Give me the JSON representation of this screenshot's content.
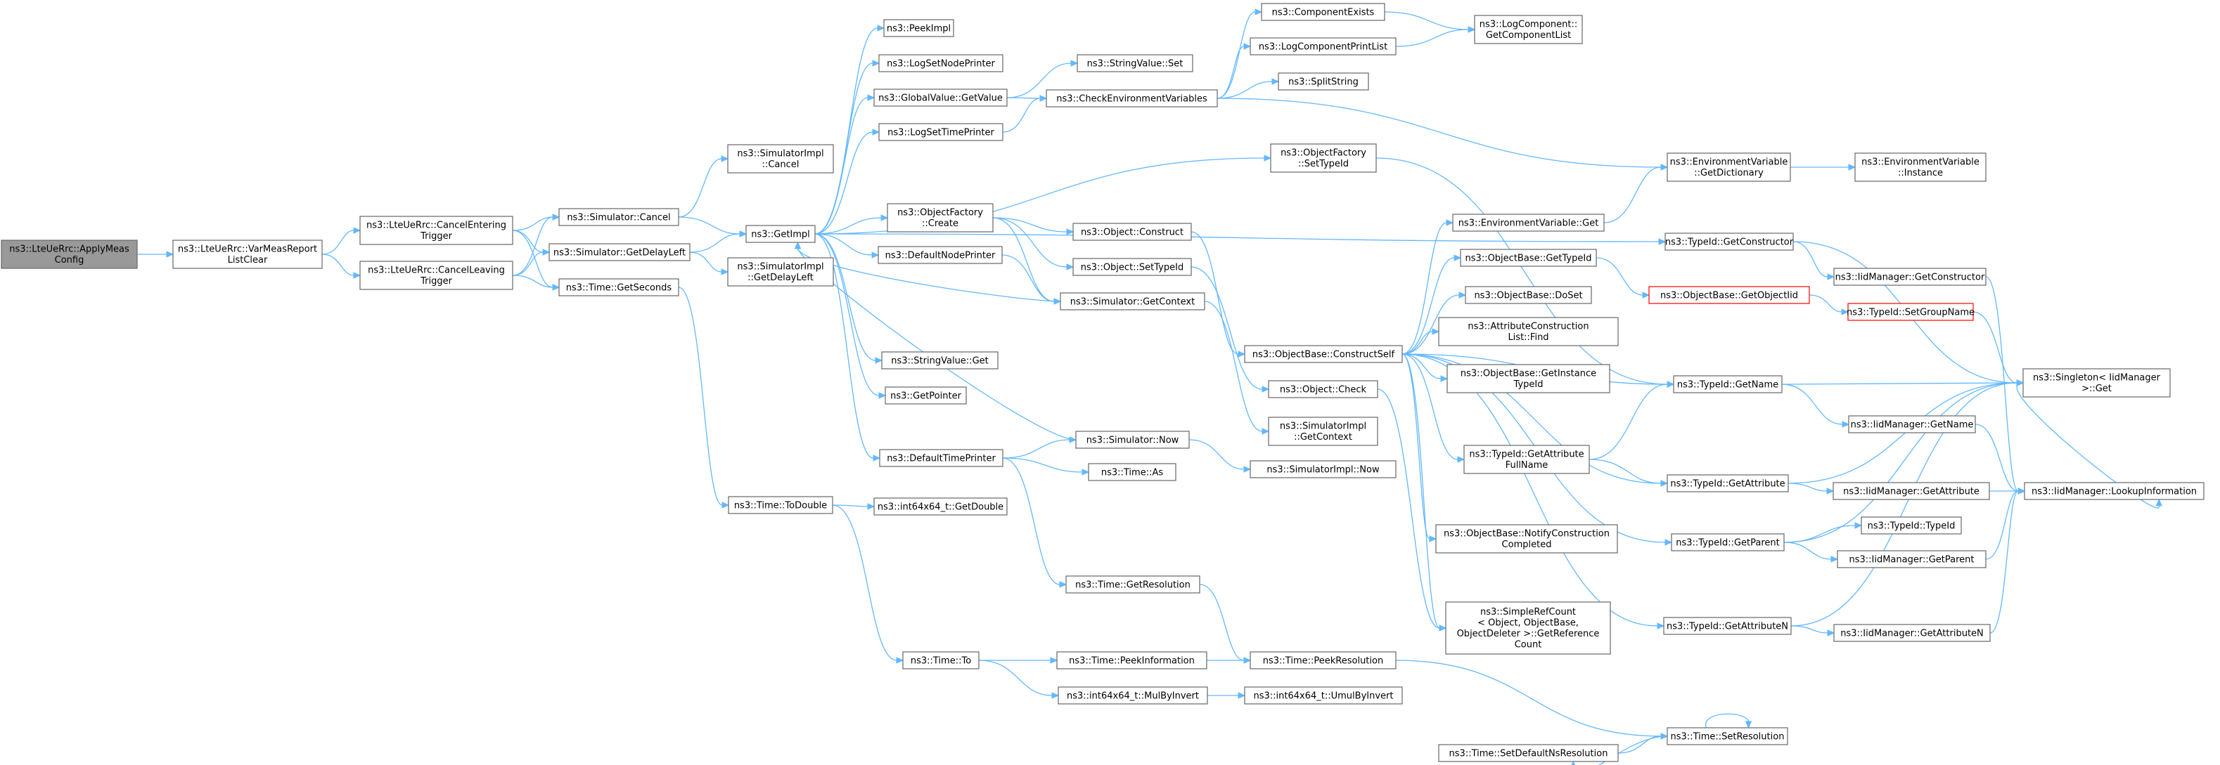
{
  "nodes": [
    {
      "id": "n0",
      "lines": [
        "ns3::LteUeRrc::ApplyMeas",
        "Config"
      ],
      "kind": "root"
    },
    {
      "id": "n1",
      "lines": [
        "ns3::LteUeRrc::VarMeasReport",
        "ListClear"
      ]
    },
    {
      "id": "n2",
      "lines": [
        "ns3::LteUeRrc::CancelEntering",
        "Trigger"
      ]
    },
    {
      "id": "n3",
      "lines": [
        "ns3::LteUeRrc::CancelLeaving",
        "Trigger"
      ]
    },
    {
      "id": "n4",
      "lines": [
        "ns3::Simulator::Cancel"
      ]
    },
    {
      "id": "n5",
      "lines": [
        "ns3::Simulator::GetDelayLeft"
      ]
    },
    {
      "id": "n6",
      "lines": [
        "ns3::Time::GetSeconds"
      ]
    },
    {
      "id": "n7",
      "lines": [
        "ns3::SimulatorImpl",
        "::Cancel"
      ]
    },
    {
      "id": "n8",
      "lines": [
        "ns3::GetImpl"
      ]
    },
    {
      "id": "n9",
      "lines": [
        "ns3::SimulatorImpl",
        "::GetDelayLeft"
      ]
    },
    {
      "id": "n10",
      "lines": [
        "ns3::Time::ToDouble"
      ]
    },
    {
      "id": "n11",
      "lines": [
        "ns3::PeekImpl"
      ]
    },
    {
      "id": "n12",
      "lines": [
        "ns3::LogSetNodePrinter"
      ]
    },
    {
      "id": "n13",
      "lines": [
        "ns3::GlobalValue::GetValue"
      ]
    },
    {
      "id": "n14",
      "lines": [
        "ns3::LogSetTimePrinter"
      ]
    },
    {
      "id": "n15",
      "lines": [
        "ns3::ObjectFactory",
        "::Create"
      ]
    },
    {
      "id": "n16",
      "lines": [
        "ns3::DefaultNodePrinter"
      ]
    },
    {
      "id": "n17",
      "lines": [
        "ns3::StringValue::Get"
      ]
    },
    {
      "id": "n18",
      "lines": [
        "ns3::GetPointer"
      ]
    },
    {
      "id": "n19",
      "lines": [
        "ns3::DefaultTimePrinter"
      ]
    },
    {
      "id": "n20",
      "lines": [
        "ns3::int64x64_t::GetDouble"
      ]
    },
    {
      "id": "n21",
      "lines": [
        "ns3::Time::To"
      ]
    },
    {
      "id": "n22",
      "lines": [
        "ns3::StringValue::Set"
      ]
    },
    {
      "id": "n23",
      "lines": [
        "ns3::CheckEnvironmentVariables"
      ]
    },
    {
      "id": "n24",
      "lines": [
        "ns3::Object::Construct"
      ]
    },
    {
      "id": "n25",
      "lines": [
        "ns3::Object::SetTypeId"
      ]
    },
    {
      "id": "n26",
      "lines": [
        "ns3::Simulator::GetContext"
      ]
    },
    {
      "id": "n27",
      "lines": [
        "ns3::Simulator::Now"
      ]
    },
    {
      "id": "n28",
      "lines": [
        "ns3::Time::As"
      ]
    },
    {
      "id": "n29",
      "lines": [
        "ns3::Time::GetResolution"
      ]
    },
    {
      "id": "n30",
      "lines": [
        "ns3::Time::PeekInformation"
      ]
    },
    {
      "id": "n31",
      "lines": [
        "ns3::int64x64_t::MulByInvert"
      ]
    },
    {
      "id": "n32",
      "lines": [
        "ns3::ComponentExists"
      ]
    },
    {
      "id": "n33",
      "lines": [
        "ns3::LogComponentPrintList"
      ]
    },
    {
      "id": "n34",
      "lines": [
        "ns3::SplitString"
      ]
    },
    {
      "id": "n35",
      "lines": [
        "ns3::ObjectFactory",
        "::SetTypeId"
      ]
    },
    {
      "id": "n36",
      "lines": [
        "ns3::ObjectBase::ConstructSelf"
      ]
    },
    {
      "id": "n37",
      "lines": [
        "ns3::Object::Check"
      ]
    },
    {
      "id": "n38",
      "lines": [
        "ns3::SimulatorImpl",
        "::GetContext"
      ]
    },
    {
      "id": "n39",
      "lines": [
        "ns3::SimulatorImpl::Now"
      ]
    },
    {
      "id": "n40",
      "lines": [
        "ns3::Time::PeekResolution"
      ]
    },
    {
      "id": "n41",
      "lines": [
        "ns3::int64x64_t::UmulByInvert"
      ]
    },
    {
      "id": "n42",
      "lines": [
        "ns3::LogComponent::",
        "GetComponentList"
      ]
    },
    {
      "id": "n43",
      "lines": [
        "ns3::EnvironmentVariable::Get"
      ]
    },
    {
      "id": "n44",
      "lines": [
        "ns3::ObjectBase::GetTypeId"
      ]
    },
    {
      "id": "n45",
      "lines": [
        "ns3::ObjectBase::DoSet"
      ]
    },
    {
      "id": "n46",
      "lines": [
        "ns3::AttributeConstruction",
        "List::Find"
      ]
    },
    {
      "id": "n47",
      "lines": [
        "ns3::ObjectBase::GetInstance",
        "TypeId"
      ]
    },
    {
      "id": "n48",
      "lines": [
        "ns3::TypeId::GetAttribute",
        "FullName"
      ]
    },
    {
      "id": "n49",
      "lines": [
        "ns3::ObjectBase::NotifyConstruction",
        "Completed"
      ]
    },
    {
      "id": "n50",
      "lines": [
        "ns3::SimpleRefCount",
        "< Object, ObjectBase,",
        "ObjectDeleter >::GetReference",
        "Count"
      ]
    },
    {
      "id": "n51",
      "lines": [
        "ns3::Time::SetDefaultNsResolution"
      ]
    },
    {
      "id": "n52",
      "lines": [
        "ns3::EnvironmentVariable",
        "::GetDictionary"
      ]
    },
    {
      "id": "n53",
      "lines": [
        "ns3::TypeId::GetConstructor"
      ]
    },
    {
      "id": "n54",
      "lines": [
        "ns3::ObjectBase::GetObjectIid"
      ],
      "kind": "warn"
    },
    {
      "id": "n55",
      "lines": [
        "ns3::TypeId::GetName"
      ]
    },
    {
      "id": "n56",
      "lines": [
        "ns3::TypeId::GetAttribute"
      ]
    },
    {
      "id": "n57",
      "lines": [
        "ns3::TypeId::GetParent"
      ]
    },
    {
      "id": "n58",
      "lines": [
        "ns3::TypeId::GetAttributeN"
      ]
    },
    {
      "id": "n59",
      "lines": [
        "ns3::Time::SetResolution"
      ]
    },
    {
      "id": "n60",
      "lines": [
        "ns3::EnvironmentVariable",
        "::Instance"
      ]
    },
    {
      "id": "n61",
      "lines": [
        "ns3::IidManager::GetConstructor"
      ]
    },
    {
      "id": "n62",
      "lines": [
        "ns3::TypeId::SetGroupName"
      ],
      "kind": "warn"
    },
    {
      "id": "n63",
      "lines": [
        "ns3::IidManager::GetName"
      ]
    },
    {
      "id": "n64",
      "lines": [
        "ns3::IidManager::GetAttribute"
      ]
    },
    {
      "id": "n65",
      "lines": [
        "ns3::TypeId::TypeId"
      ]
    },
    {
      "id": "n66",
      "lines": [
        "ns3::IidManager::GetParent"
      ]
    },
    {
      "id": "n67",
      "lines": [
        "ns3::IidManager::GetAttributeN"
      ]
    },
    {
      "id": "n68",
      "lines": [
        "ns3::Singleton< IidManager",
        ">::Get"
      ]
    },
    {
      "id": "n69",
      "lines": [
        "ns3::IidManager::LookupInformation"
      ]
    }
  ],
  "edges": [
    [
      "n0",
      "n1"
    ],
    [
      "n1",
      "n2"
    ],
    [
      "n1",
      "n3"
    ],
    [
      "n2",
      "n4"
    ],
    [
      "n2",
      "n5"
    ],
    [
      "n2",
      "n6"
    ],
    [
      "n3",
      "n4"
    ],
    [
      "n3",
      "n5"
    ],
    [
      "n3",
      "n6"
    ],
    [
      "n4",
      "n7"
    ],
    [
      "n4",
      "n8"
    ],
    [
      "n5",
      "n8"
    ],
    [
      "n5",
      "n9"
    ],
    [
      "n6",
      "n10"
    ],
    [
      "n8",
      "n11"
    ],
    [
      "n8",
      "n12"
    ],
    [
      "n8",
      "n13"
    ],
    [
      "n8",
      "n14"
    ],
    [
      "n8",
      "n15"
    ],
    [
      "n8",
      "n16"
    ],
    [
      "n8",
      "n17"
    ],
    [
      "n8",
      "n18"
    ],
    [
      "n8",
      "n19"
    ],
    [
      "n8",
      "n35"
    ],
    [
      "n8",
      "n53"
    ],
    [
      "n10",
      "n20"
    ],
    [
      "n10",
      "n21"
    ],
    [
      "n13",
      "n22"
    ],
    [
      "n13",
      "n23"
    ],
    [
      "n14",
      "n23"
    ],
    [
      "n15",
      "n24"
    ],
    [
      "n15",
      "n25"
    ],
    [
      "n15",
      "n26"
    ],
    [
      "n16",
      "n26"
    ],
    [
      "n19",
      "n27"
    ],
    [
      "n19",
      "n28"
    ],
    [
      "n19",
      "n29"
    ],
    [
      "n21",
      "n30"
    ],
    [
      "n21",
      "n31"
    ],
    [
      "n23",
      "n32"
    ],
    [
      "n23",
      "n33"
    ],
    [
      "n23",
      "n34"
    ],
    [
      "n23",
      "n52"
    ],
    [
      "n24",
      "n36"
    ],
    [
      "n25",
      "n37"
    ],
    [
      "n26",
      "n8"
    ],
    [
      "n26",
      "n38"
    ],
    [
      "n27",
      "n8"
    ],
    [
      "n27",
      "n39"
    ],
    [
      "n29",
      "n40"
    ],
    [
      "n30",
      "n40"
    ],
    [
      "n31",
      "n41"
    ],
    [
      "n32",
      "n42"
    ],
    [
      "n33",
      "n42"
    ],
    [
      "n35",
      "n55"
    ],
    [
      "n36",
      "n43"
    ],
    [
      "n36",
      "n44"
    ],
    [
      "n36",
      "n45"
    ],
    [
      "n36",
      "n46"
    ],
    [
      "n36",
      "n47"
    ],
    [
      "n36",
      "n48"
    ],
    [
      "n36",
      "n49"
    ],
    [
      "n36",
      "n50"
    ],
    [
      "n36",
      "n55"
    ],
    [
      "n36",
      "n56"
    ],
    [
      "n36",
      "n57"
    ],
    [
      "n36",
      "n58"
    ],
    [
      "n37",
      "n50"
    ],
    [
      "n40",
      "n59"
    ],
    [
      "n43",
      "n52"
    ],
    [
      "n44",
      "n54"
    ],
    [
      "n48",
      "n55"
    ],
    [
      "n48",
      "n56"
    ],
    [
      "n51",
      "n59"
    ],
    [
      "n52",
      "n60"
    ],
    [
      "n53",
      "n61"
    ],
    [
      "n53",
      "n68"
    ],
    [
      "n54",
      "n62"
    ],
    [
      "n55",
      "n63"
    ],
    [
      "n55",
      "n68"
    ],
    [
      "n56",
      "n64"
    ],
    [
      "n56",
      "n68"
    ],
    [
      "n57",
      "n65"
    ],
    [
      "n57",
      "n66"
    ],
    [
      "n57",
      "n68"
    ],
    [
      "n58",
      "n67"
    ],
    [
      "n58",
      "n68"
    ],
    [
      "n59",
      "n51"
    ],
    [
      "n59",
      "n59"
    ],
    [
      "n61",
      "n69"
    ],
    [
      "n62",
      "n68"
    ],
    [
      "n63",
      "n69"
    ],
    [
      "n64",
      "n69"
    ],
    [
      "n66",
      "n69"
    ],
    [
      "n67",
      "n69"
    ],
    [
      "n68",
      "n69"
    ]
  ],
  "colors": {
    "node_border": "#666666",
    "root_fill": "#999999",
    "warn_border": "#ff0000",
    "edge": "#63b8ff"
  }
}
